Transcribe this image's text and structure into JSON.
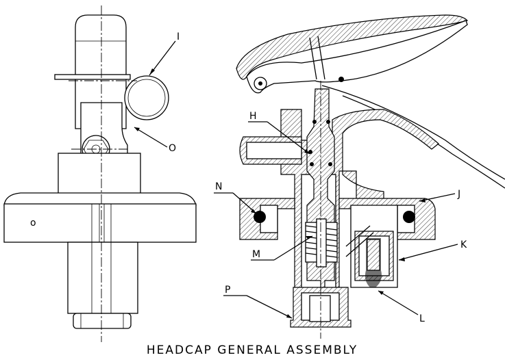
{
  "title": "HEADCAP GENERAL ASSEMBLY",
  "labels": {
    "I": "I",
    "O": "O",
    "H": "H",
    "N": "N",
    "J": "J",
    "K": "K",
    "M": "M",
    "P": "P",
    "L": "L",
    "side_mark": "o"
  }
}
